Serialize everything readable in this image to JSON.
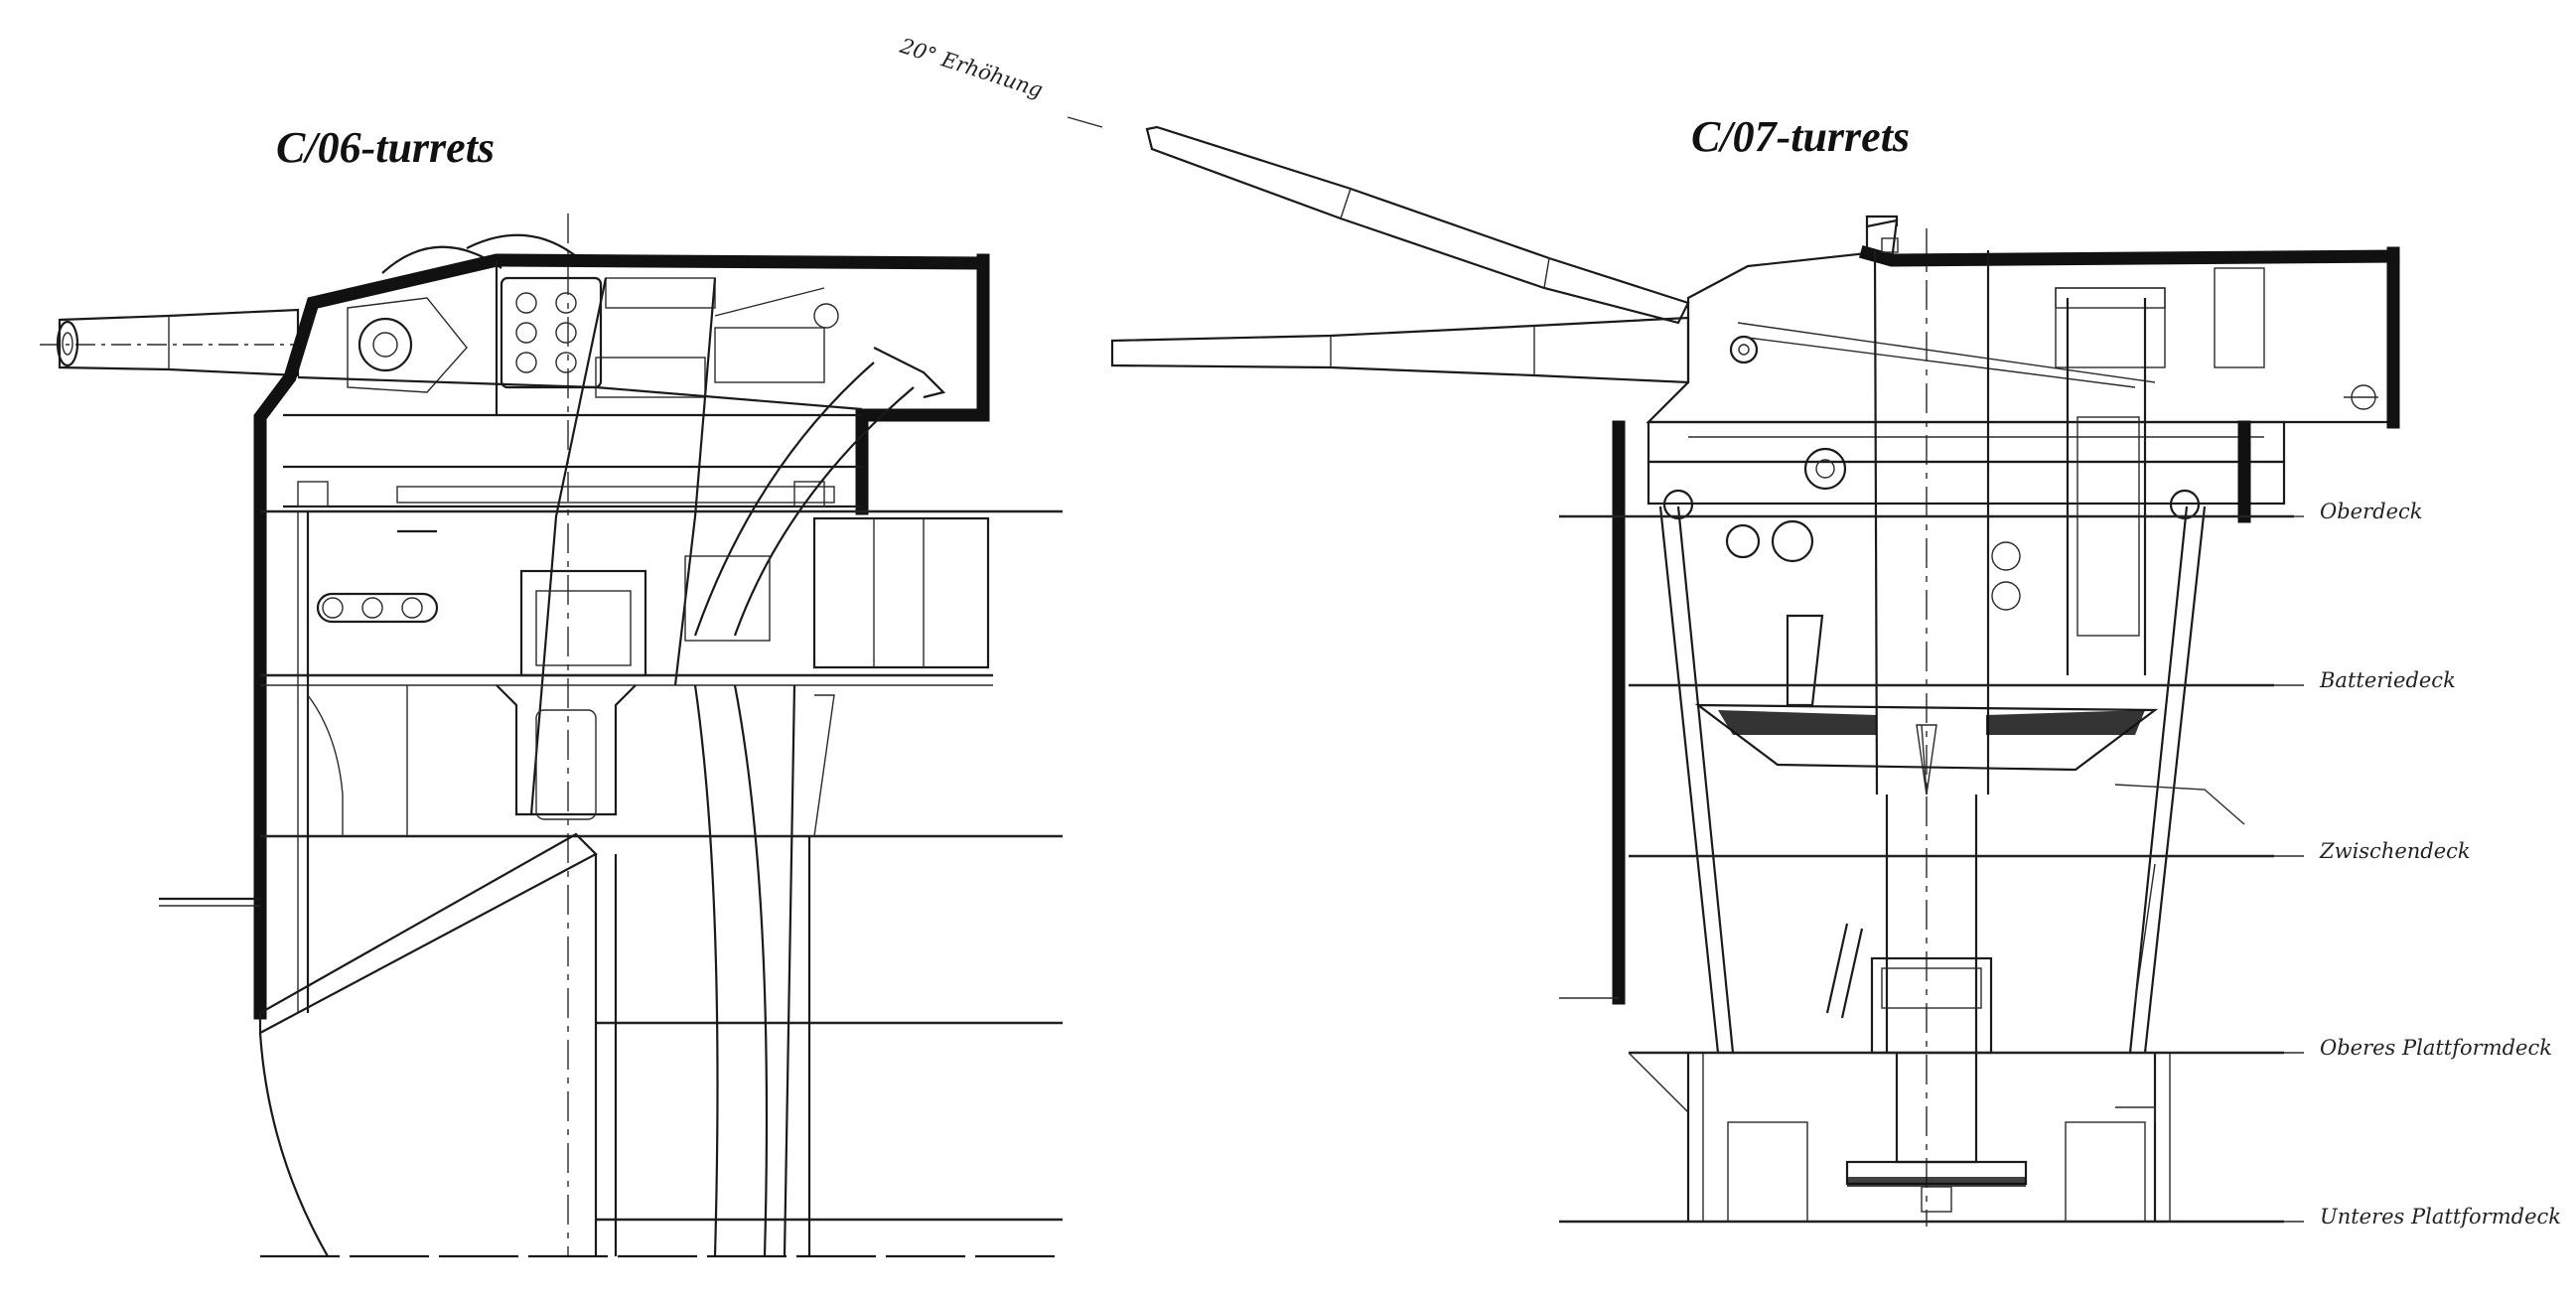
{
  "diagram": {
    "left_title": "C/06-turrets",
    "right_title": "C/07-turrets",
    "elevation_note": "20° Erhöhung",
    "deck_labels": [
      "Oberdeck",
      "Batteriedeck",
      "Zwischendeck",
      "Oberes Plattformdeck",
      "Unteres Plattformdeck"
    ]
  },
  "colors": {
    "ink": "#111111",
    "paper": "#ffffff"
  }
}
